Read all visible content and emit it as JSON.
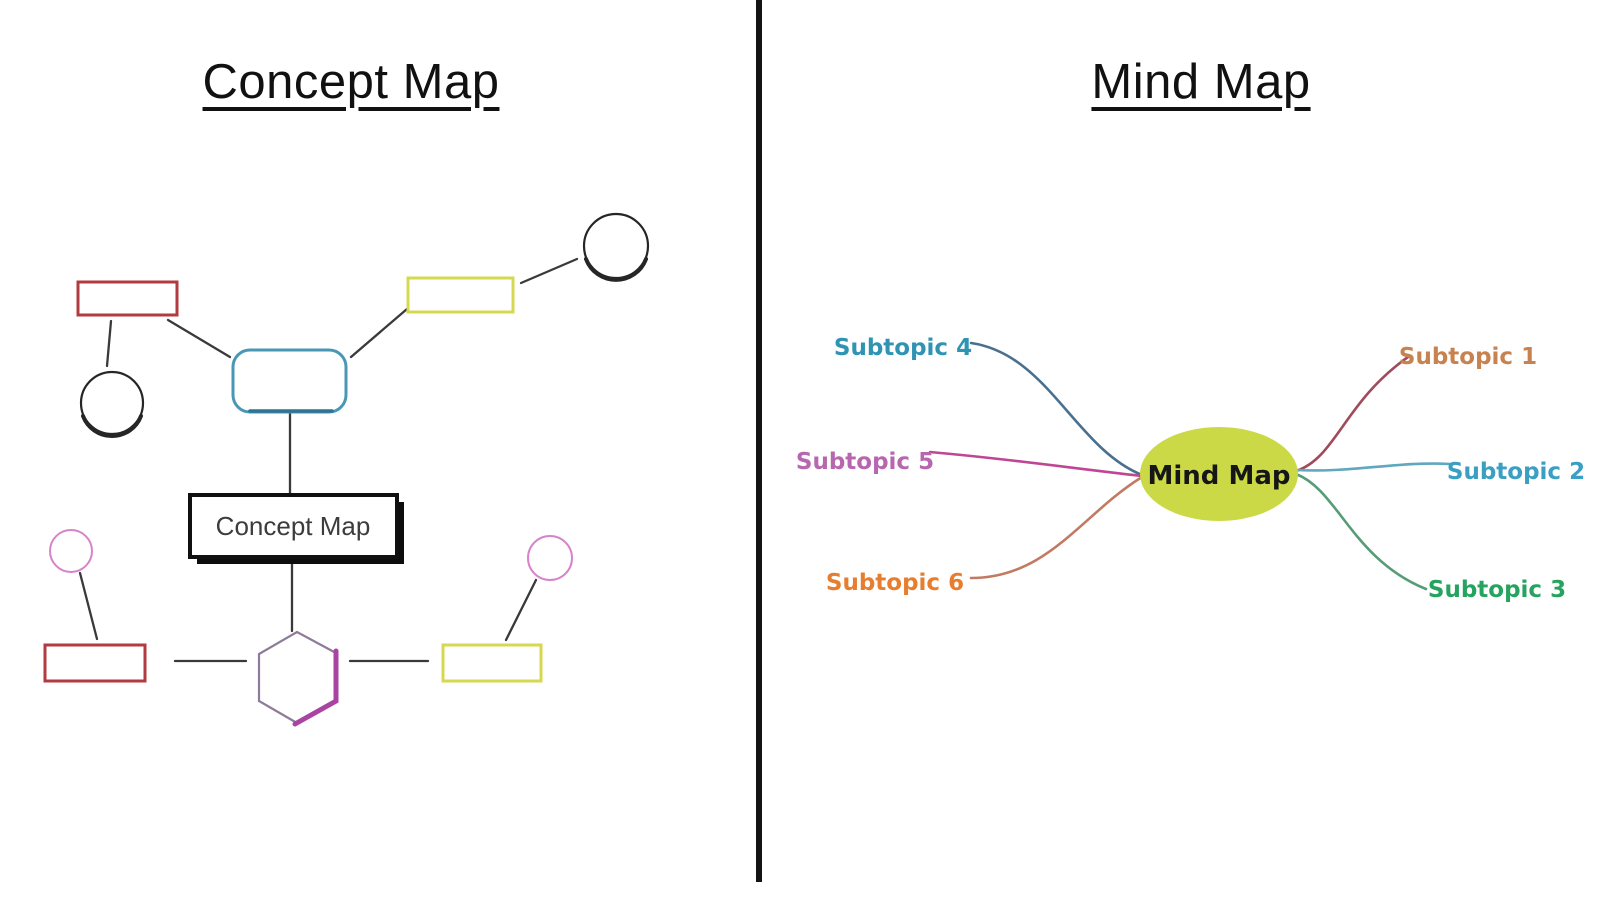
{
  "divider_color": "#141414",
  "concept_map": {
    "title": "Concept Map",
    "center_box_label": "Concept Map",
    "colors": {
      "red_rect": "#b23b40",
      "yellow_rect": "#d6d94f",
      "blue_round_rect": "#4a97b5",
      "blue_round_rect_shade": "#2d7593",
      "black_shape": "#262626",
      "pink_circle": "#d783cb",
      "hexagon_light": "#8d7b99",
      "hexagon_dark": "#a944a2",
      "connector": "#3a3a3a",
      "box_border": "#101010",
      "box_shadow": "#0d0d0d",
      "box_text": "#3c3c3c"
    }
  },
  "mind_map": {
    "title": "Mind Map",
    "center": {
      "label": "Mind Map",
      "fill": "#cbd947",
      "text_color": "#161616"
    },
    "subtopics": [
      {
        "label": "Subtopic 1",
        "text_color": "#c8824f",
        "curve_color": "#a04a5c"
      },
      {
        "label": "Subtopic 2",
        "text_color": "#3b9ec3",
        "curve_color": "#5fa8bd"
      },
      {
        "label": "Subtopic 3",
        "text_color": "#25a35f",
        "curve_color": "#579b78"
      },
      {
        "label": "Subtopic 4",
        "text_color": "#2f93b4",
        "curve_color": "#49708e"
      },
      {
        "label": "Subtopic 5",
        "text_color": "#b767af",
        "curve_color": "#bf4693"
      },
      {
        "label": "Subtopic 6",
        "text_color": "#e77d2e",
        "curve_color": "#c27a62"
      }
    ]
  }
}
